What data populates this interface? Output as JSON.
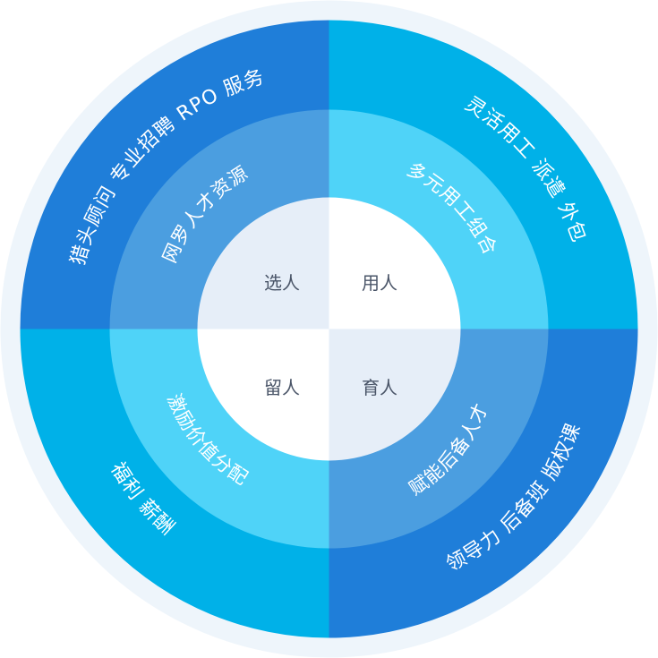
{
  "colors": {
    "halo": "#eef5fb",
    "outer_dark": "#1f7ed9",
    "outer_light": "#00b1e8",
    "mid_dark": "#4b9ee0",
    "mid_light": "#4fd3f8",
    "core_white": "#ffffff",
    "core_tint": "#e6eef8",
    "core_text": "#4a5568"
  },
  "core": {
    "top_left": "选人",
    "top_right": "用人",
    "bottom_left": "留人",
    "bottom_right": "育人"
  },
  "middle_ring": {
    "top_left": "网罗人才资源",
    "top_right": "多元用工组合",
    "bottom_left": "激励价值分配",
    "bottom_right": "赋能后备人才"
  },
  "outer_ring": {
    "top_left": "猎头顾问 专业招聘 RPO 服务",
    "top_right": "灵活用工 派遣 外包",
    "bottom_left": "福利 薪酬",
    "bottom_right": "领导力 后备班 版权课"
  }
}
